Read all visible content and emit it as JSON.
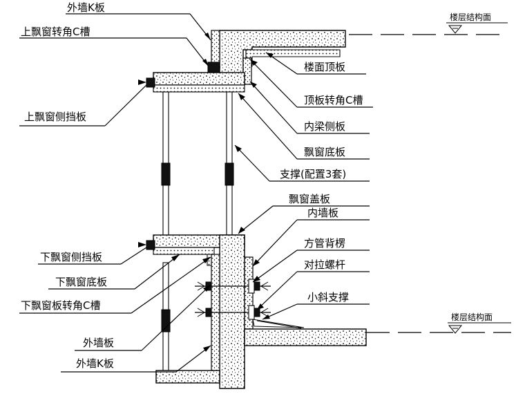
{
  "labels": {
    "outer_k_board_top": "外墙K板",
    "upper_bay_corner_c_groove": "上飘窗转角C槽",
    "upper_bay_side_board": "上飘窗侧挡板",
    "floor_top_board": "楼面顶板",
    "top_board_corner_c_groove": "顶板转角C槽",
    "inner_beam_side_board": "内梁侧板",
    "bay_window_bottom_board_upper": "飘窗底板",
    "support": "支撑(配置3套)",
    "bay_window_cover_board": "飘窗盖板",
    "inner_wall_board": "内墙板",
    "lower_bay_side_board": "下飘窗侧挡板",
    "square_tube_backing": "方管背楞",
    "lower_bay_bottom_board": "下飘窗底板",
    "tie_bolt": "对拉螺杆",
    "lower_bay_corner_c_groove": "下飘窗板转角C槽",
    "small_diagonal_brace": "小斜支撑",
    "outer_wall_board": "外墙板",
    "outer_k_board_bottom": "外墙K板"
  },
  "levels": {
    "upper": "楼层结构面",
    "lower": "楼层结构面"
  }
}
